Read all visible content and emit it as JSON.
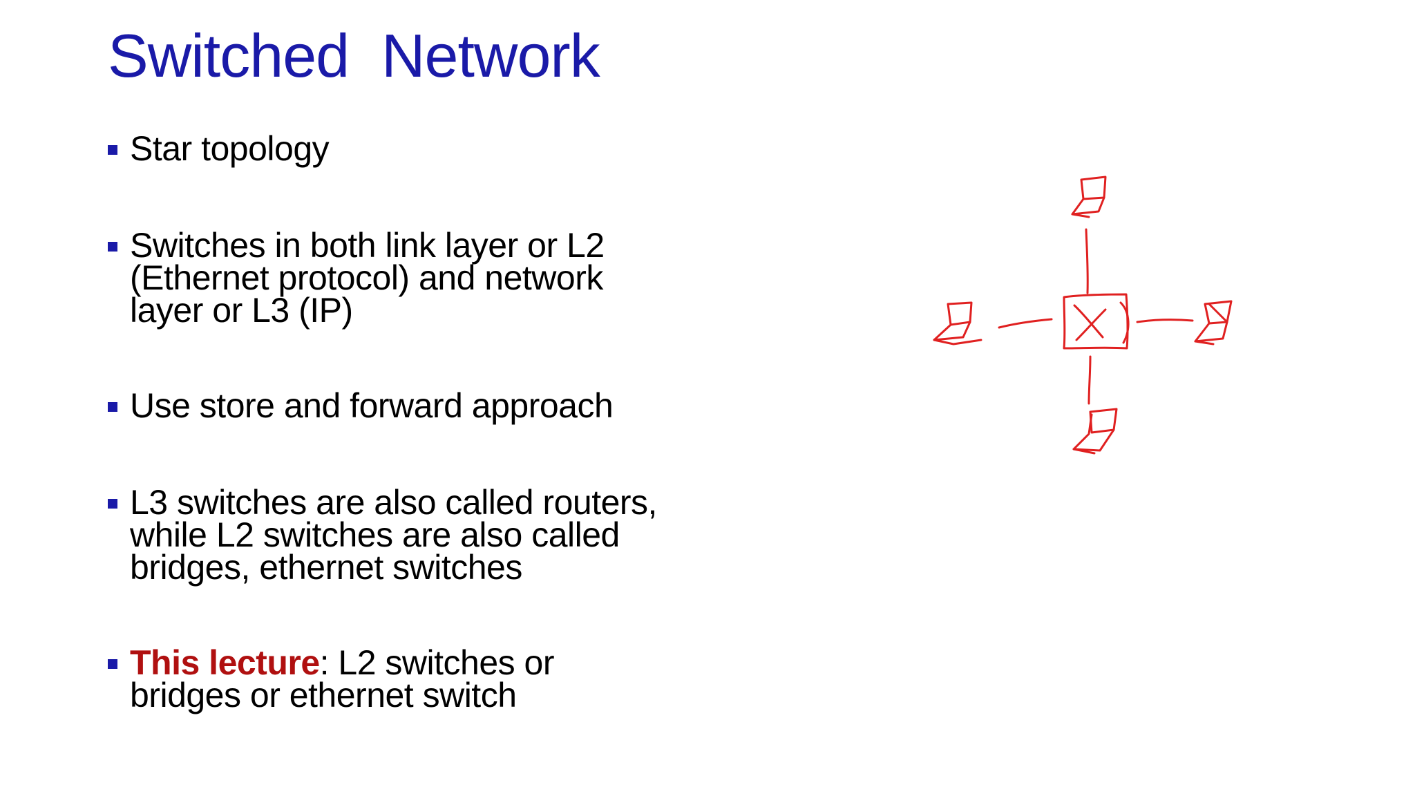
{
  "slide": {
    "title": "Switched  Network",
    "bullets": [
      {
        "text": "Star topology"
      },
      {
        "text": "Switches in both link layer or L2 (Ethernet protocol) and network layer or L3 (IP)"
      },
      {
        "text": "Use store and forward approach"
      },
      {
        "text": "L3 switches are also called routers, while L2 switches are also called bridges, ethernet switches"
      },
      {
        "highlight": "This lecture",
        "text": ": L2 switches or bridges or ethernet switch"
      }
    ]
  },
  "colors": {
    "title": "#1a1aa8",
    "bullet_marker": "#1a1aa8",
    "highlight": "#b01010",
    "annotation_ink": "#e02020"
  },
  "annotation": {
    "description_icon": "hand-drawn-star-topology",
    "hub_icon": "switch-x-icon",
    "node_icon": "computer-icon"
  }
}
